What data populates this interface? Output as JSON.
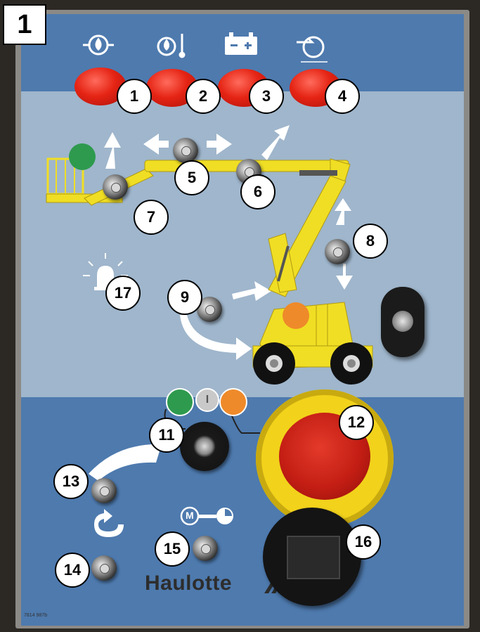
{
  "figure_label": "1",
  "callouts": {
    "c1": "1",
    "c2": "2",
    "c3": "3",
    "c4": "4",
    "c5": "5",
    "c6": "6",
    "c7": "7",
    "c8": "8",
    "c9": "9",
    "c11": "11",
    "c12": "12",
    "c13": "13",
    "c14": "14",
    "c15": "15",
    "c16": "16",
    "c17": "17"
  },
  "indicator_icons": [
    "oil-pressure-icon",
    "oil-temperature-icon",
    "battery-charge-icon",
    "engine-air-filter-icon"
  ],
  "brand": "Haulotte",
  "part_number": "7814 987b",
  "mode_selector_letter": "M",
  "key_center_letter": "I",
  "colors": {
    "panel_blue": "#4e7aae",
    "panel_light": "#9fb6cc",
    "indicator_red": "#e52414",
    "estop_yellow": "#f2d21b",
    "machine_yellow": "#f0de24",
    "green_dot": "#2e9a4e",
    "orange_dot": "#ee8a2a"
  }
}
